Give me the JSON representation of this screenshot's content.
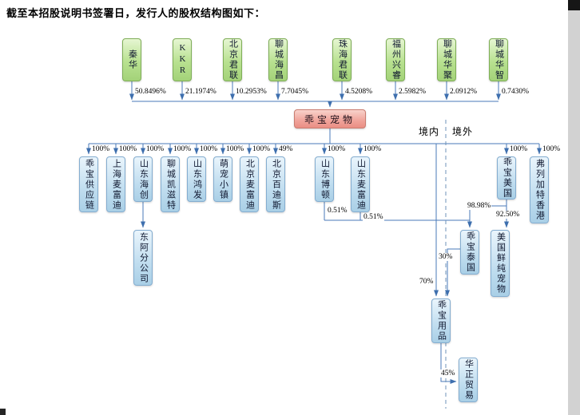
{
  "title": "截至本招股说明书签署日，发行人的股权结构图如下：",
  "parent": {
    "name": "乖宝宠物"
  },
  "shareholders": [
    {
      "name": "秦华",
      "percent": "50.8496%"
    },
    {
      "name": "KKR",
      "percent": "21.1974%"
    },
    {
      "name": "北京君联",
      "percent": "10.2953%"
    },
    {
      "name": "聊城海昌",
      "percent": "7.7045%"
    },
    {
      "name": "珠海君联",
      "percent": "4.5208%"
    },
    {
      "name": "福州兴睿",
      "percent": "2.5982%"
    },
    {
      "name": "聊城华聚",
      "percent": "2.0912%"
    },
    {
      "name": "聊城华智",
      "percent": "0.7430%"
    }
  ],
  "domestic_subs": [
    {
      "name": "乖宝供应链",
      "percent": "100%"
    },
    {
      "name": "上海麦富迪",
      "percent": "100%"
    },
    {
      "name": "山东海创",
      "percent": "100%"
    },
    {
      "name": "聊城凯滋特",
      "percent": "100%"
    },
    {
      "name": "山东鸿发",
      "percent": "100%"
    },
    {
      "name": "萌宠小镇",
      "percent": "100%"
    },
    {
      "name": "北京麦富迪",
      "percent": "100%"
    },
    {
      "name": "北京百迪斯",
      "percent": "49%"
    },
    {
      "name": "山东博顿",
      "percent": "100%",
      "minority": "0.51%"
    },
    {
      "name": "山东麦富迪",
      "percent": "100%",
      "minority": "0.51%"
    }
  ],
  "branch": {
    "name": "东阿分公司"
  },
  "regions": {
    "domestic": "境内",
    "overseas": "境外"
  },
  "overseas": {
    "usa": {
      "name": "乖宝美国",
      "percent": "100%"
    },
    "hk": {
      "name": "弗列加特香港",
      "percent": "100%"
    },
    "thailand": {
      "name": "乖宝泰国",
      "percent": "98.98%"
    },
    "us_fresh": {
      "name": "美国鲜纯宠物",
      "percent": "92.50%"
    },
    "supplies": {
      "name": "乖宝用品",
      "percent_parent": "70%",
      "percent_thailand": "30%"
    },
    "trading": {
      "name": "华正贸易",
      "percent": "45%"
    }
  }
}
